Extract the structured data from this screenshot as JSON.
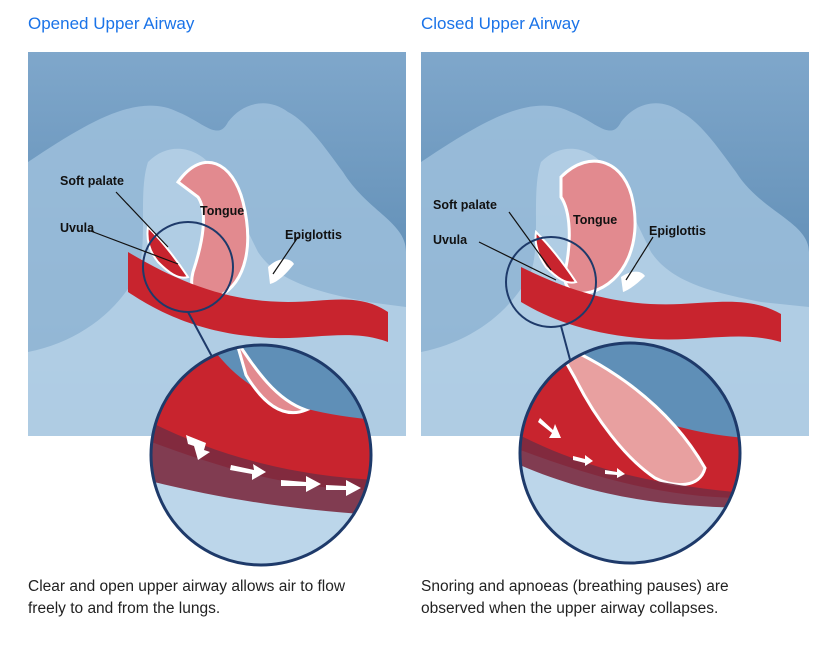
{
  "panels": [
    {
      "title": "Opened Upper Airway",
      "labels": {
        "soft_palate": "Soft palate",
        "uvula": "Uvula",
        "tongue": "Tongue",
        "epiglottis": "Epiglottis"
      },
      "caption": "Clear and open upper airway allows air to flow freely to and from the lungs."
    },
    {
      "title": "Closed Upper Airway",
      "labels": {
        "soft_palate": "Soft palate",
        "uvula": "Uvula",
        "tongue": "Tongue",
        "epiglottis": "Epiglottis"
      },
      "caption": "Snoring and apnoeas (breathing pauses) are observed when the upper airway collapses."
    }
  ],
  "colors": {
    "title": "#1a73e8",
    "background_blue": "#5f8fb7",
    "tissue_red": "#c8242e",
    "airway_outline": "#ffffff",
    "zoom_circle": "#1e3a6a"
  }
}
